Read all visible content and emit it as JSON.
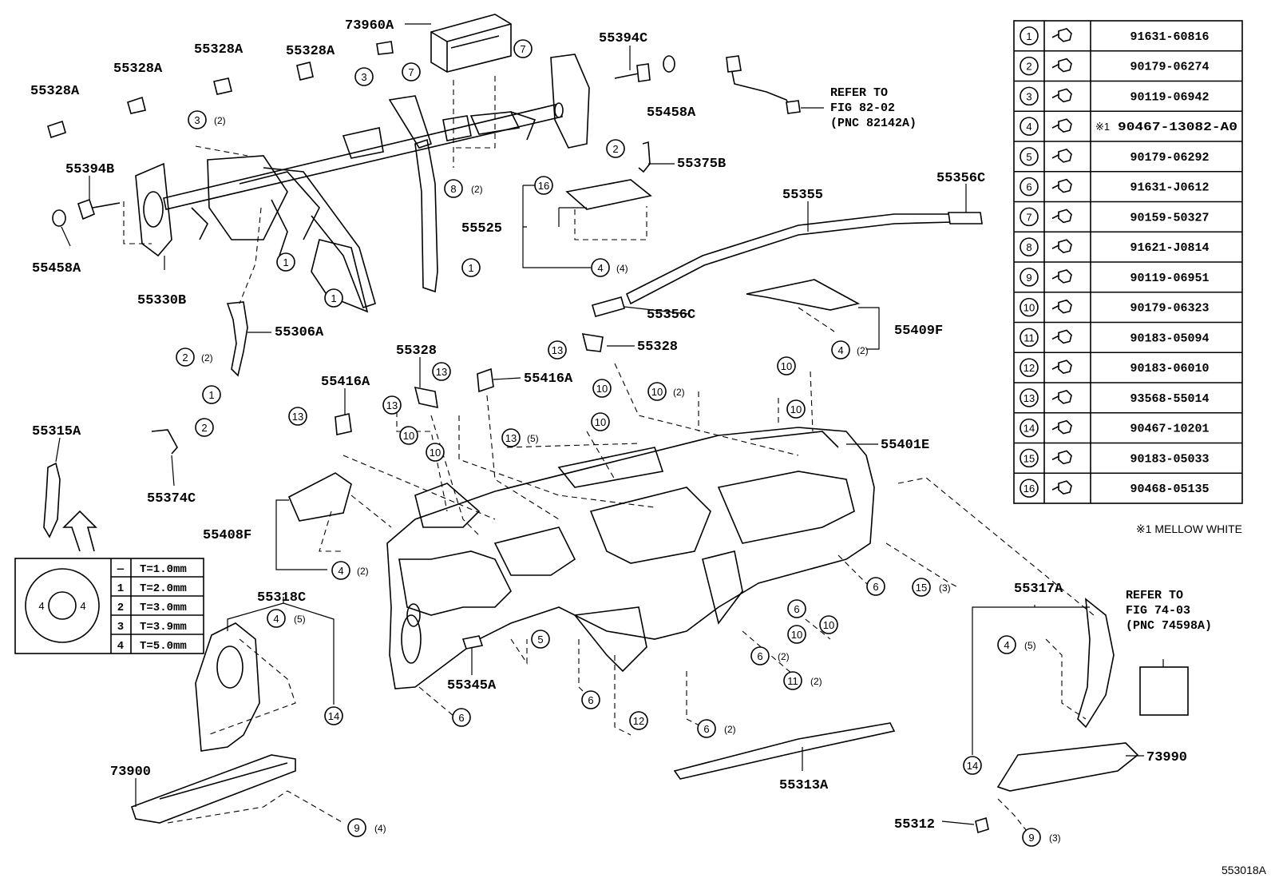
{
  "figure_id": "553018A",
  "note": "※1 MELLOW WHITE",
  "refs": [
    {
      "lines": [
        "REFER TO",
        "FIG 82-02",
        "(PNC 82142A)"
      ]
    },
    {
      "lines": [
        "REFER TO",
        "FIG 74-03",
        "(PNC 74598A)"
      ]
    }
  ],
  "parts_table": [
    {
      "num": "1",
      "part": "91631-60816",
      "mark": ""
    },
    {
      "num": "2",
      "part": "90179-06274",
      "mark": ""
    },
    {
      "num": "3",
      "part": "90119-06942",
      "mark": ""
    },
    {
      "num": "4",
      "part": "90467-13082-A0",
      "mark": "※1"
    },
    {
      "num": "5",
      "part": "90179-06292",
      "mark": ""
    },
    {
      "num": "6",
      "part": "91631-J0612",
      "mark": ""
    },
    {
      "num": "7",
      "part": "90159-50327",
      "mark": ""
    },
    {
      "num": "8",
      "part": "91621-J0814",
      "mark": ""
    },
    {
      "num": "9",
      "part": "90119-06951",
      "mark": ""
    },
    {
      "num": "10",
      "part": "90179-06323",
      "mark": ""
    },
    {
      "num": "11",
      "part": "90183-05094",
      "mark": ""
    },
    {
      "num": "12",
      "part": "90183-06010",
      "mark": ""
    },
    {
      "num": "13",
      "part": "93568-55014",
      "mark": ""
    },
    {
      "num": "14",
      "part": "90467-10201",
      "mark": ""
    },
    {
      "num": "15",
      "part": "90183-05033",
      "mark": ""
    },
    {
      "num": "16",
      "part": "90468-05135",
      "mark": ""
    }
  ],
  "thickness_table": [
    {
      "mark": "—",
      "value": "T=1.0mm"
    },
    {
      "mark": "1",
      "value": "T=2.0mm"
    },
    {
      "mark": "2",
      "value": "T=3.0mm"
    },
    {
      "mark": "3",
      "value": "T=3.9mm"
    },
    {
      "mark": "4",
      "value": "T=5.0mm"
    }
  ],
  "washer_marks": [
    "4",
    "4"
  ],
  "labels": [
    "73960A",
    "55394C",
    "55328A",
    "55328A",
    "55328A",
    "55328A",
    "55458A",
    "55394B",
    "55458A",
    "55330B",
    "55375B",
    "55355",
    "55356C",
    "55356C",
    "55525",
    "55306A",
    "55409F",
    "55328",
    "55328",
    "55416A",
    "55416A",
    "55401E",
    "55315A",
    "55374C",
    "55408F",
    "55318C",
    "55317A",
    "55345A",
    "73900",
    "55313A",
    "73990",
    "55312"
  ],
  "callouts": [
    {
      "num": "3",
      "qty": "(2)"
    },
    {
      "num": "3",
      "qty": ""
    },
    {
      "num": "7",
      "qty": ""
    },
    {
      "num": "7",
      "qty": ""
    },
    {
      "num": "8",
      "qty": "(2)"
    },
    {
      "num": "1",
      "qty": ""
    },
    {
      "num": "1",
      "qty": ""
    },
    {
      "num": "1",
      "qty": ""
    },
    {
      "num": "2",
      "qty": ""
    },
    {
      "num": "16",
      "qty": ""
    },
    {
      "num": "4",
      "qty": "(4)"
    },
    {
      "num": "2",
      "qty": "(2)"
    },
    {
      "num": "1",
      "qty": ""
    },
    {
      "num": "2",
      "qty": ""
    },
    {
      "num": "4",
      "qty": "(2)"
    },
    {
      "num": "13",
      "qty": ""
    },
    {
      "num": "13",
      "qty": ""
    },
    {
      "num": "13",
      "qty": ""
    },
    {
      "num": "13",
      "qty": ""
    },
    {
      "num": "13",
      "qty": "(5)"
    },
    {
      "num": "10",
      "qty": ""
    },
    {
      "num": "10",
      "qty": "(2)"
    },
    {
      "num": "10",
      "qty": ""
    },
    {
      "num": "10",
      "qty": ""
    },
    {
      "num": "10",
      "qty": ""
    },
    {
      "num": "10",
      "qty": ""
    },
    {
      "num": "10",
      "qty": ""
    },
    {
      "num": "10",
      "qty": ""
    },
    {
      "num": "4",
      "qty": "(2)"
    },
    {
      "num": "4",
      "qty": "(5)"
    },
    {
      "num": "14",
      "qty": ""
    },
    {
      "num": "5",
      "qty": ""
    },
    {
      "num": "6",
      "qty": ""
    },
    {
      "num": "6",
      "qty": ""
    },
    {
      "num": "6",
      "qty": ""
    },
    {
      "num": "6",
      "qty": "(2)"
    },
    {
      "num": "6",
      "qty": "(2)"
    },
    {
      "num": "6",
      "qty": ""
    },
    {
      "num": "10",
      "qty": ""
    },
    {
      "num": "10",
      "qty": ""
    },
    {
      "num": "11",
      "qty": "(2)"
    },
    {
      "num": "12",
      "qty": ""
    },
    {
      "num": "15",
      "qty": "(3)"
    },
    {
      "num": "4",
      "qty": "(5)"
    },
    {
      "num": "14",
      "qty": ""
    },
    {
      "num": "9",
      "qty": "(4)"
    },
    {
      "num": "9",
      "qty": "(3)"
    }
  ]
}
